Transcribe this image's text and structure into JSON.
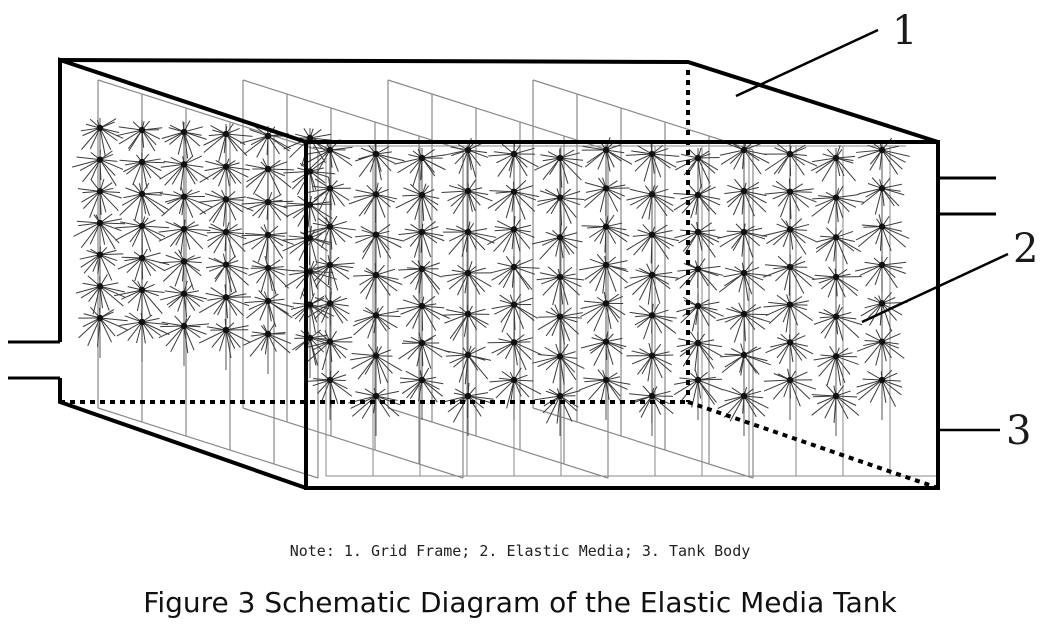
{
  "diagram": {
    "callouts": [
      {
        "number": "1",
        "meaning": "Grid Frame"
      },
      {
        "number": "2",
        "meaning": "Elastic Media"
      },
      {
        "number": "3",
        "meaning": "Tank Body"
      }
    ],
    "colors": {
      "stroke": "#000000",
      "grid": "#8a8a8a",
      "media": "#3a3a3a"
    }
  },
  "note": "Note: 1. Grid Frame; 2. Elastic Media; 3. Tank Body",
  "caption": "Figure 3 Schematic Diagram of the Elastic Media Tank"
}
